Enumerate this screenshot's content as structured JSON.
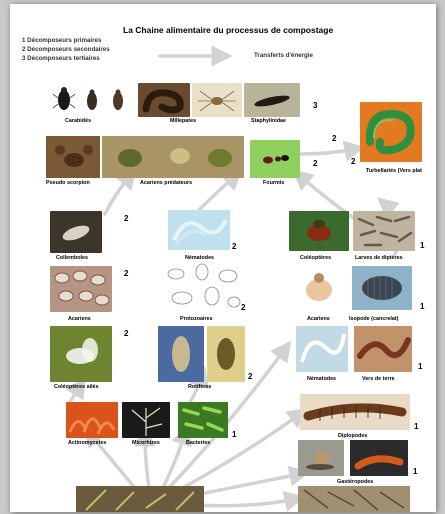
{
  "title": "La Chaine alimentaire du processus de compostage",
  "legend": {
    "primary": "1 Décomposeurs primaires",
    "secondary": "2 Décomposeurs secondaires",
    "tertiary": "3 Décomposeurs tertiaires",
    "energy": "Transferts d'énergie"
  },
  "captions": {
    "carabides": "Carabidés",
    "millepates": "Millepates",
    "staphylinidae": "Staphylinidae",
    "pseudo_scorpion": "Pseudo scorpion",
    "acariens_predateurs": "Acariens prédateurs",
    "fourmis": "Fourmis",
    "turbellaries": "Turbellariés (Vers plat",
    "collemboles": "Collemboles",
    "nematodes_top": "Nématodes",
    "coleopteres": "Coléoptères",
    "larves": "Larves de diptères",
    "acariens_left": "Acariens",
    "protozoaires": "Protozoaires",
    "acariens_right": "Acariens",
    "isopode": "Isopode (cancrelat)",
    "coleopteres_ailes": "Coléoptères ailés",
    "rotiferes": "Rotifères",
    "nematodes_right": "Nématodes",
    "vers_de_terre": "Vers de terre",
    "actinomycetes": "Actinomycetes",
    "micorhizes": "Micorhizes",
    "bacteries": "Bacteries",
    "diplopodes": "Diplopodes",
    "gasteropodes": "Gastéropodes"
  },
  "levels": {
    "staph": "3",
    "turb_upper": "2",
    "fourmis": "2",
    "turb_lower": "2",
    "collemboles": "2",
    "nematodes_top": "2",
    "larves": "1",
    "acariens_left": "2",
    "protozoaires": "2",
    "isopode": "1",
    "coleopteres_ailes": "2",
    "rotiferes": "2",
    "vers_de_terre": "1",
    "bacteries": "1",
    "diplopodes": "1",
    "gasteropodes": "1"
  },
  "colors": {
    "arrow": "#d2d2d2",
    "background": "#ffffff",
    "page_shadow": "#c9c9c9"
  }
}
